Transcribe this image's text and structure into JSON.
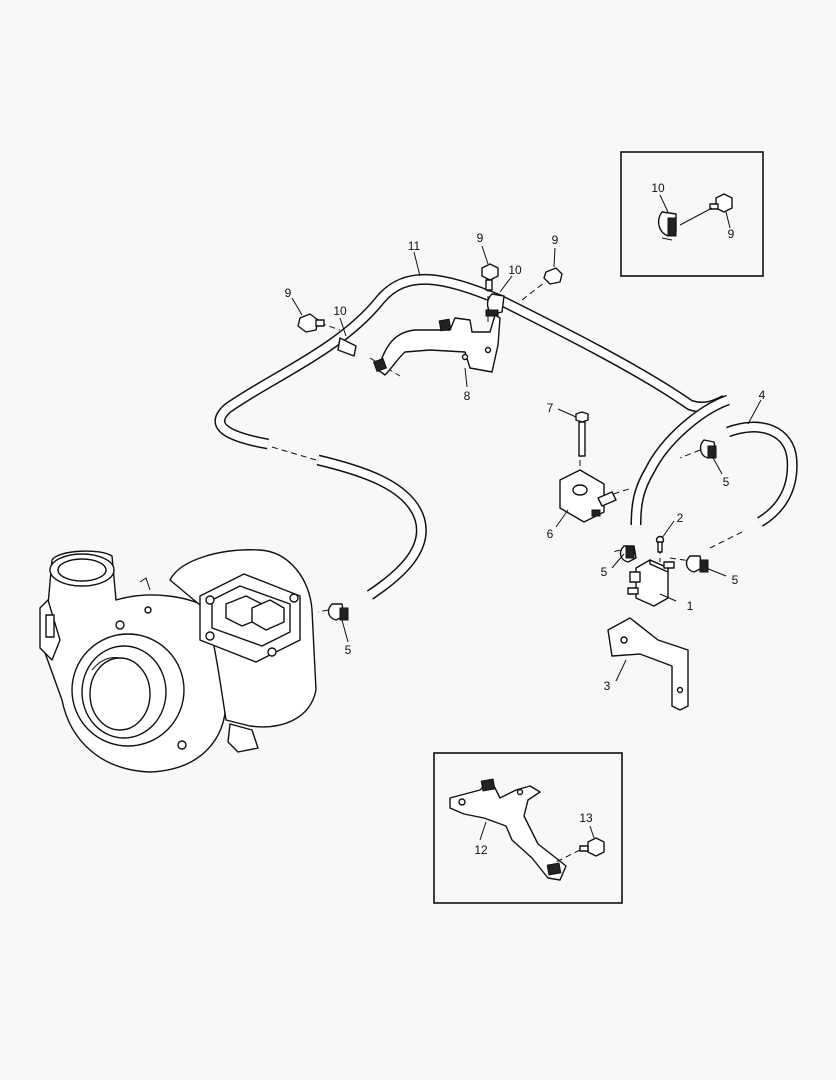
{
  "diagram": {
    "callouts": {
      "c1": "1",
      "c2": "2",
      "c3": "3",
      "c4": "4",
      "c5_a": "5",
      "c5_b": "5",
      "c5_c": "5",
      "c5_d": "5",
      "c6": "6",
      "c7": "7",
      "c8": "8",
      "c9_a": "9",
      "c9_b": "9",
      "c9_c": "9",
      "c9_d": "9",
      "c10_a": "10",
      "c10_b": "10",
      "c10_c": "10",
      "c11": "11",
      "c12": "12",
      "c13": "13"
    }
  }
}
